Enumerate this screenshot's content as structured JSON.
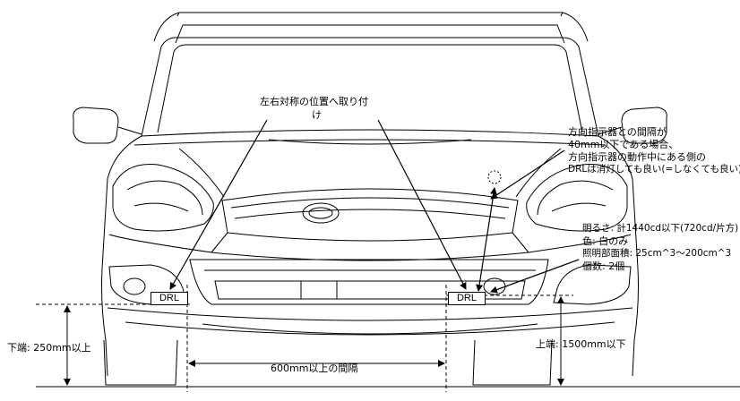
{
  "title_note": {
    "line1": "左右対称の位置へ取り付",
    "line2": "け"
  },
  "turn_signal_note": {
    "line1": "方向指示器との間隔が",
    "line2": "40mm以下である場合、",
    "line3": "方向指示器の動作中にある側の",
    "line4": "DRLは消灯しても良い(=しなくても良い)"
  },
  "spec_note": {
    "line1": "明るさ: 計1440cd以下(720cd/片方)",
    "line2": "色: 白のみ",
    "line3": "照明部面積: 25cm^3～200cm^3",
    "line4": "個数: 2個"
  },
  "lamp_label_left": "DRL",
  "lamp_label_right": "DRL",
  "lower_edge_label": "下端: 250mm以上",
  "upper_edge_label": "上端: 1500mm以下",
  "spacing_label": "600mm以上の間隔"
}
